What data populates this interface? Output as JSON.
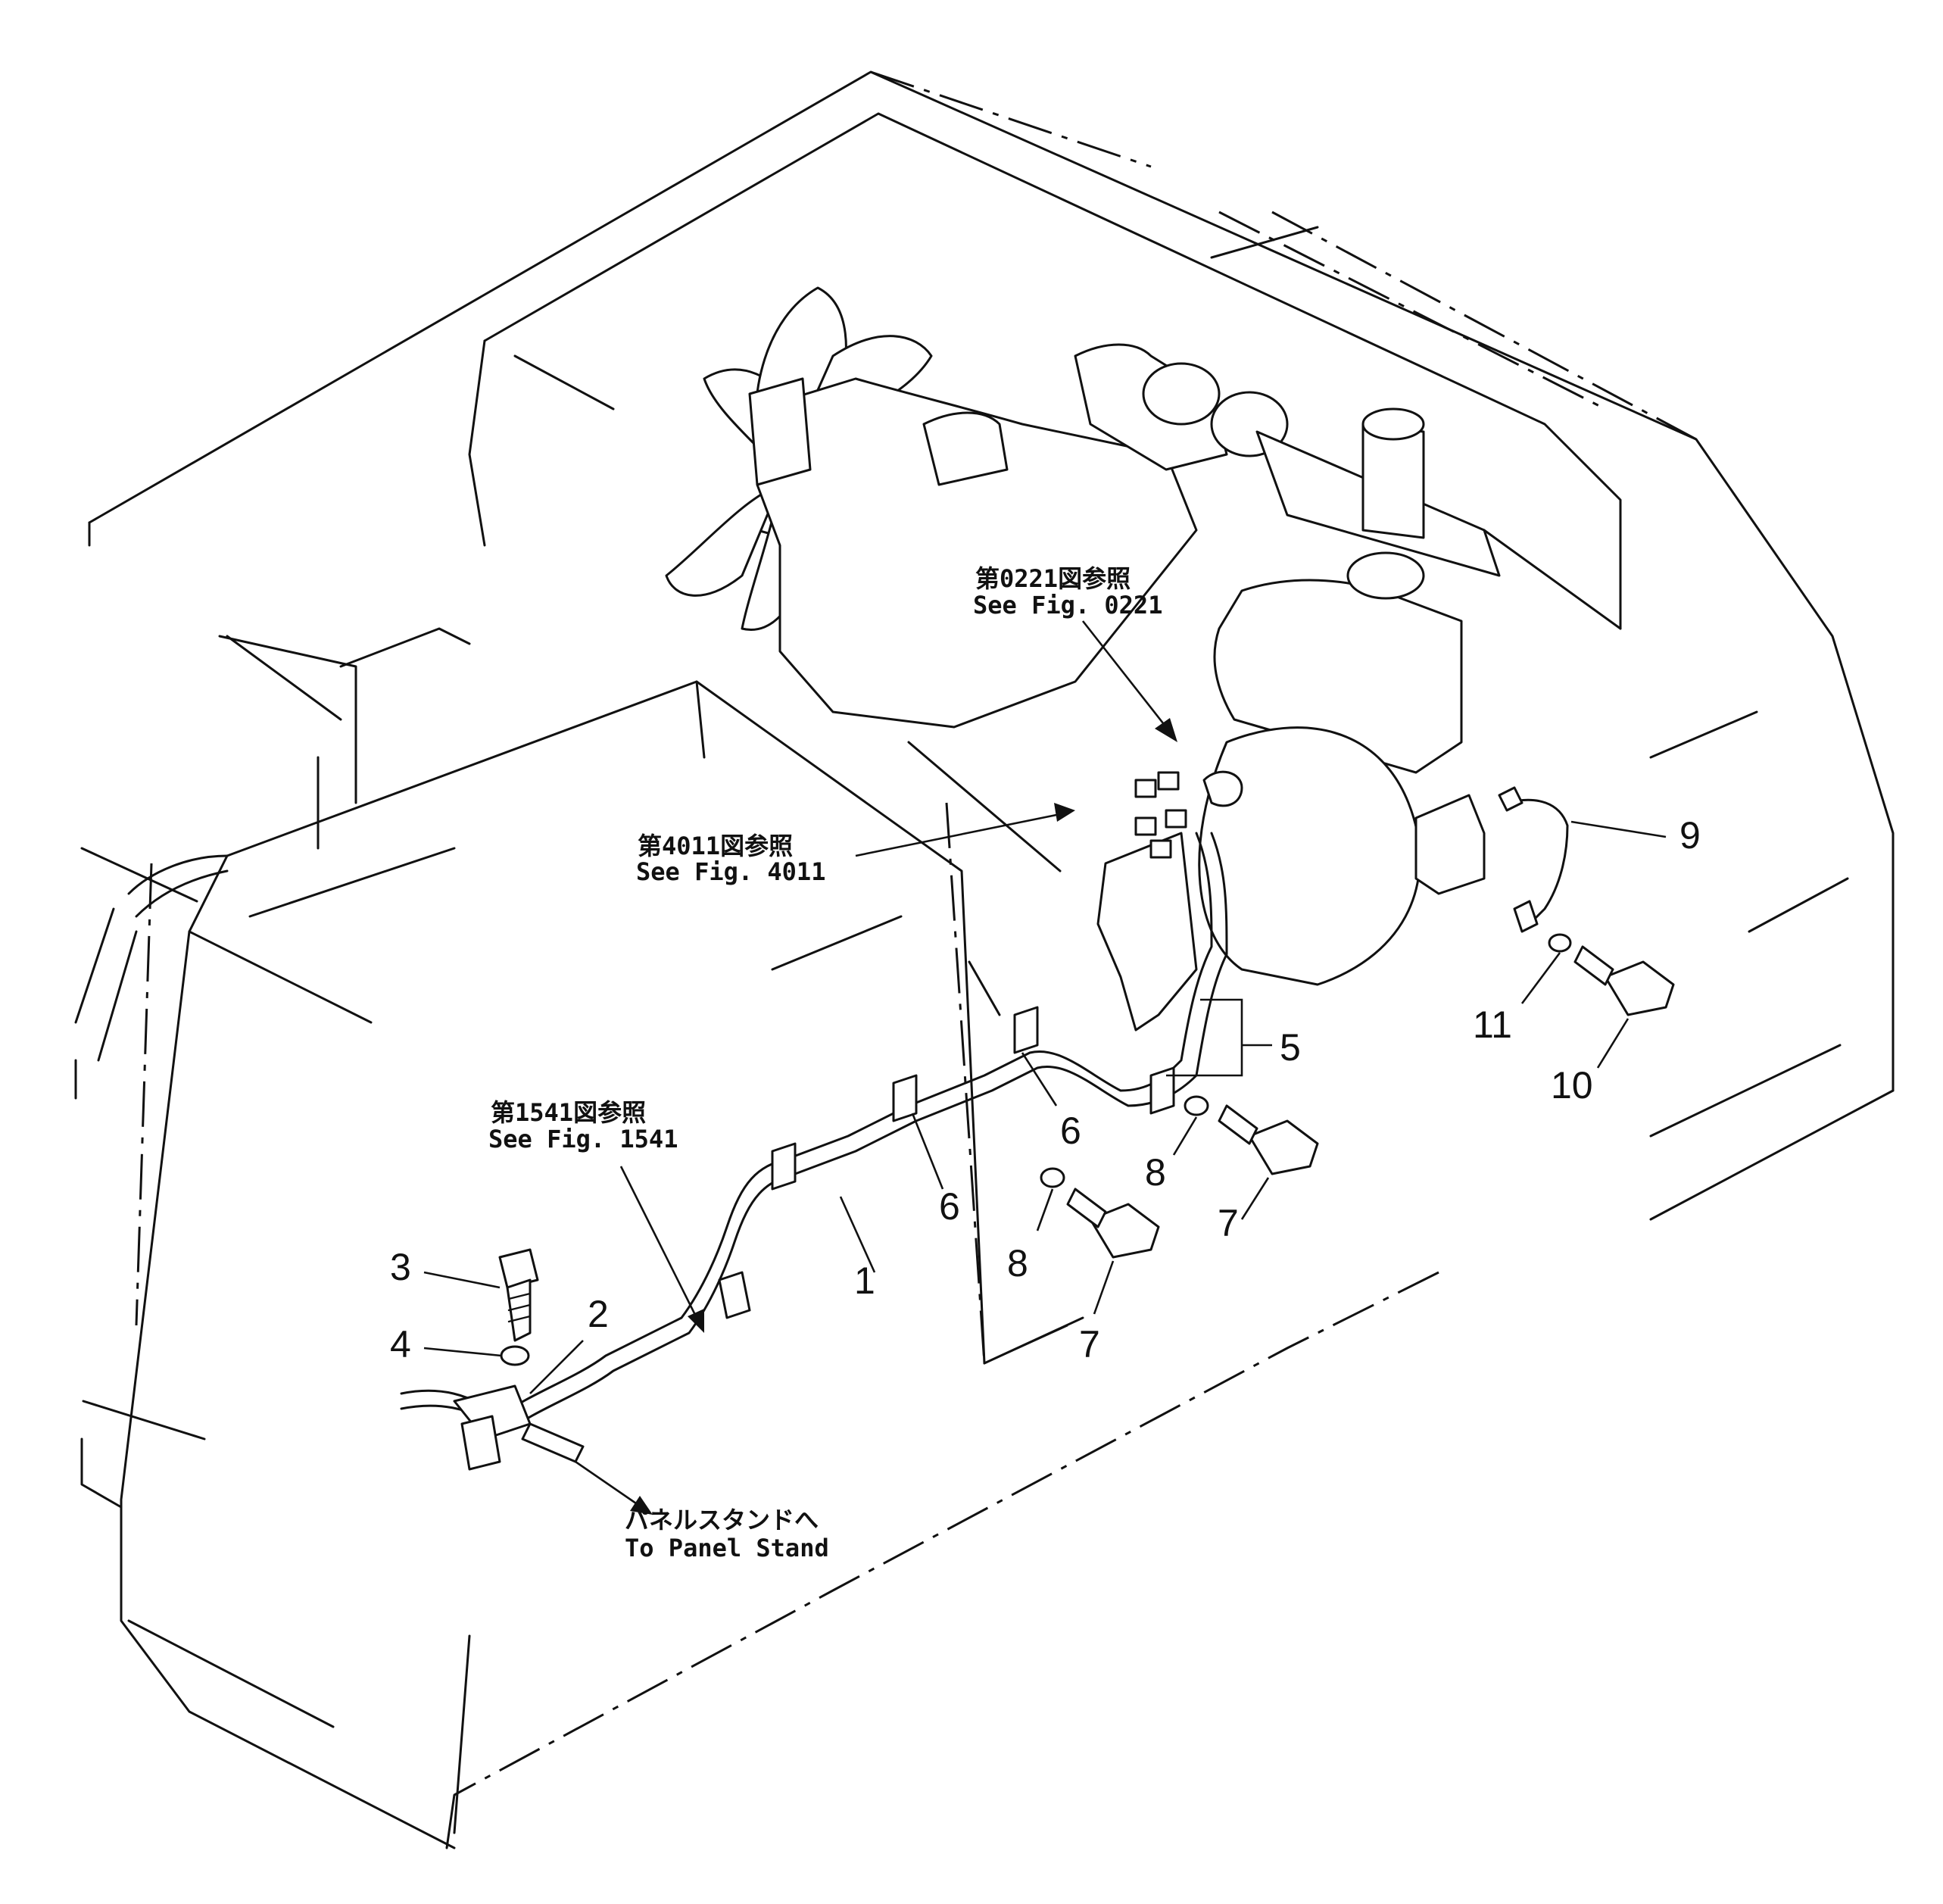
{
  "callouts": [
    {
      "id": "c1",
      "label": "1"
    },
    {
      "id": "c2",
      "label": "2"
    },
    {
      "id": "c3",
      "label": "3"
    },
    {
      "id": "c4",
      "label": "4"
    },
    {
      "id": "c5",
      "label": "5"
    },
    {
      "id": "c6a",
      "label": "6"
    },
    {
      "id": "c6b",
      "label": "6"
    },
    {
      "id": "c7a",
      "label": "7"
    },
    {
      "id": "c7b",
      "label": "7"
    },
    {
      "id": "c8a",
      "label": "8"
    },
    {
      "id": "c8b",
      "label": "8"
    },
    {
      "id": "c9",
      "label": "9"
    },
    {
      "id": "c10",
      "label": "10"
    },
    {
      "id": "c11",
      "label": "11"
    }
  ],
  "references": {
    "fig0221": {
      "jp": "第0221図参照",
      "en": "See  Fig.  0221"
    },
    "fig4011": {
      "jp": "第4011図参照",
      "en": "See  Fig.  4011"
    },
    "fig1541": {
      "jp": "第1541図参照",
      "en": "See  Fig.  1541"
    },
    "panel": {
      "jp": "パネルスタンドへ",
      "en": "To  Panel  Stand"
    }
  }
}
